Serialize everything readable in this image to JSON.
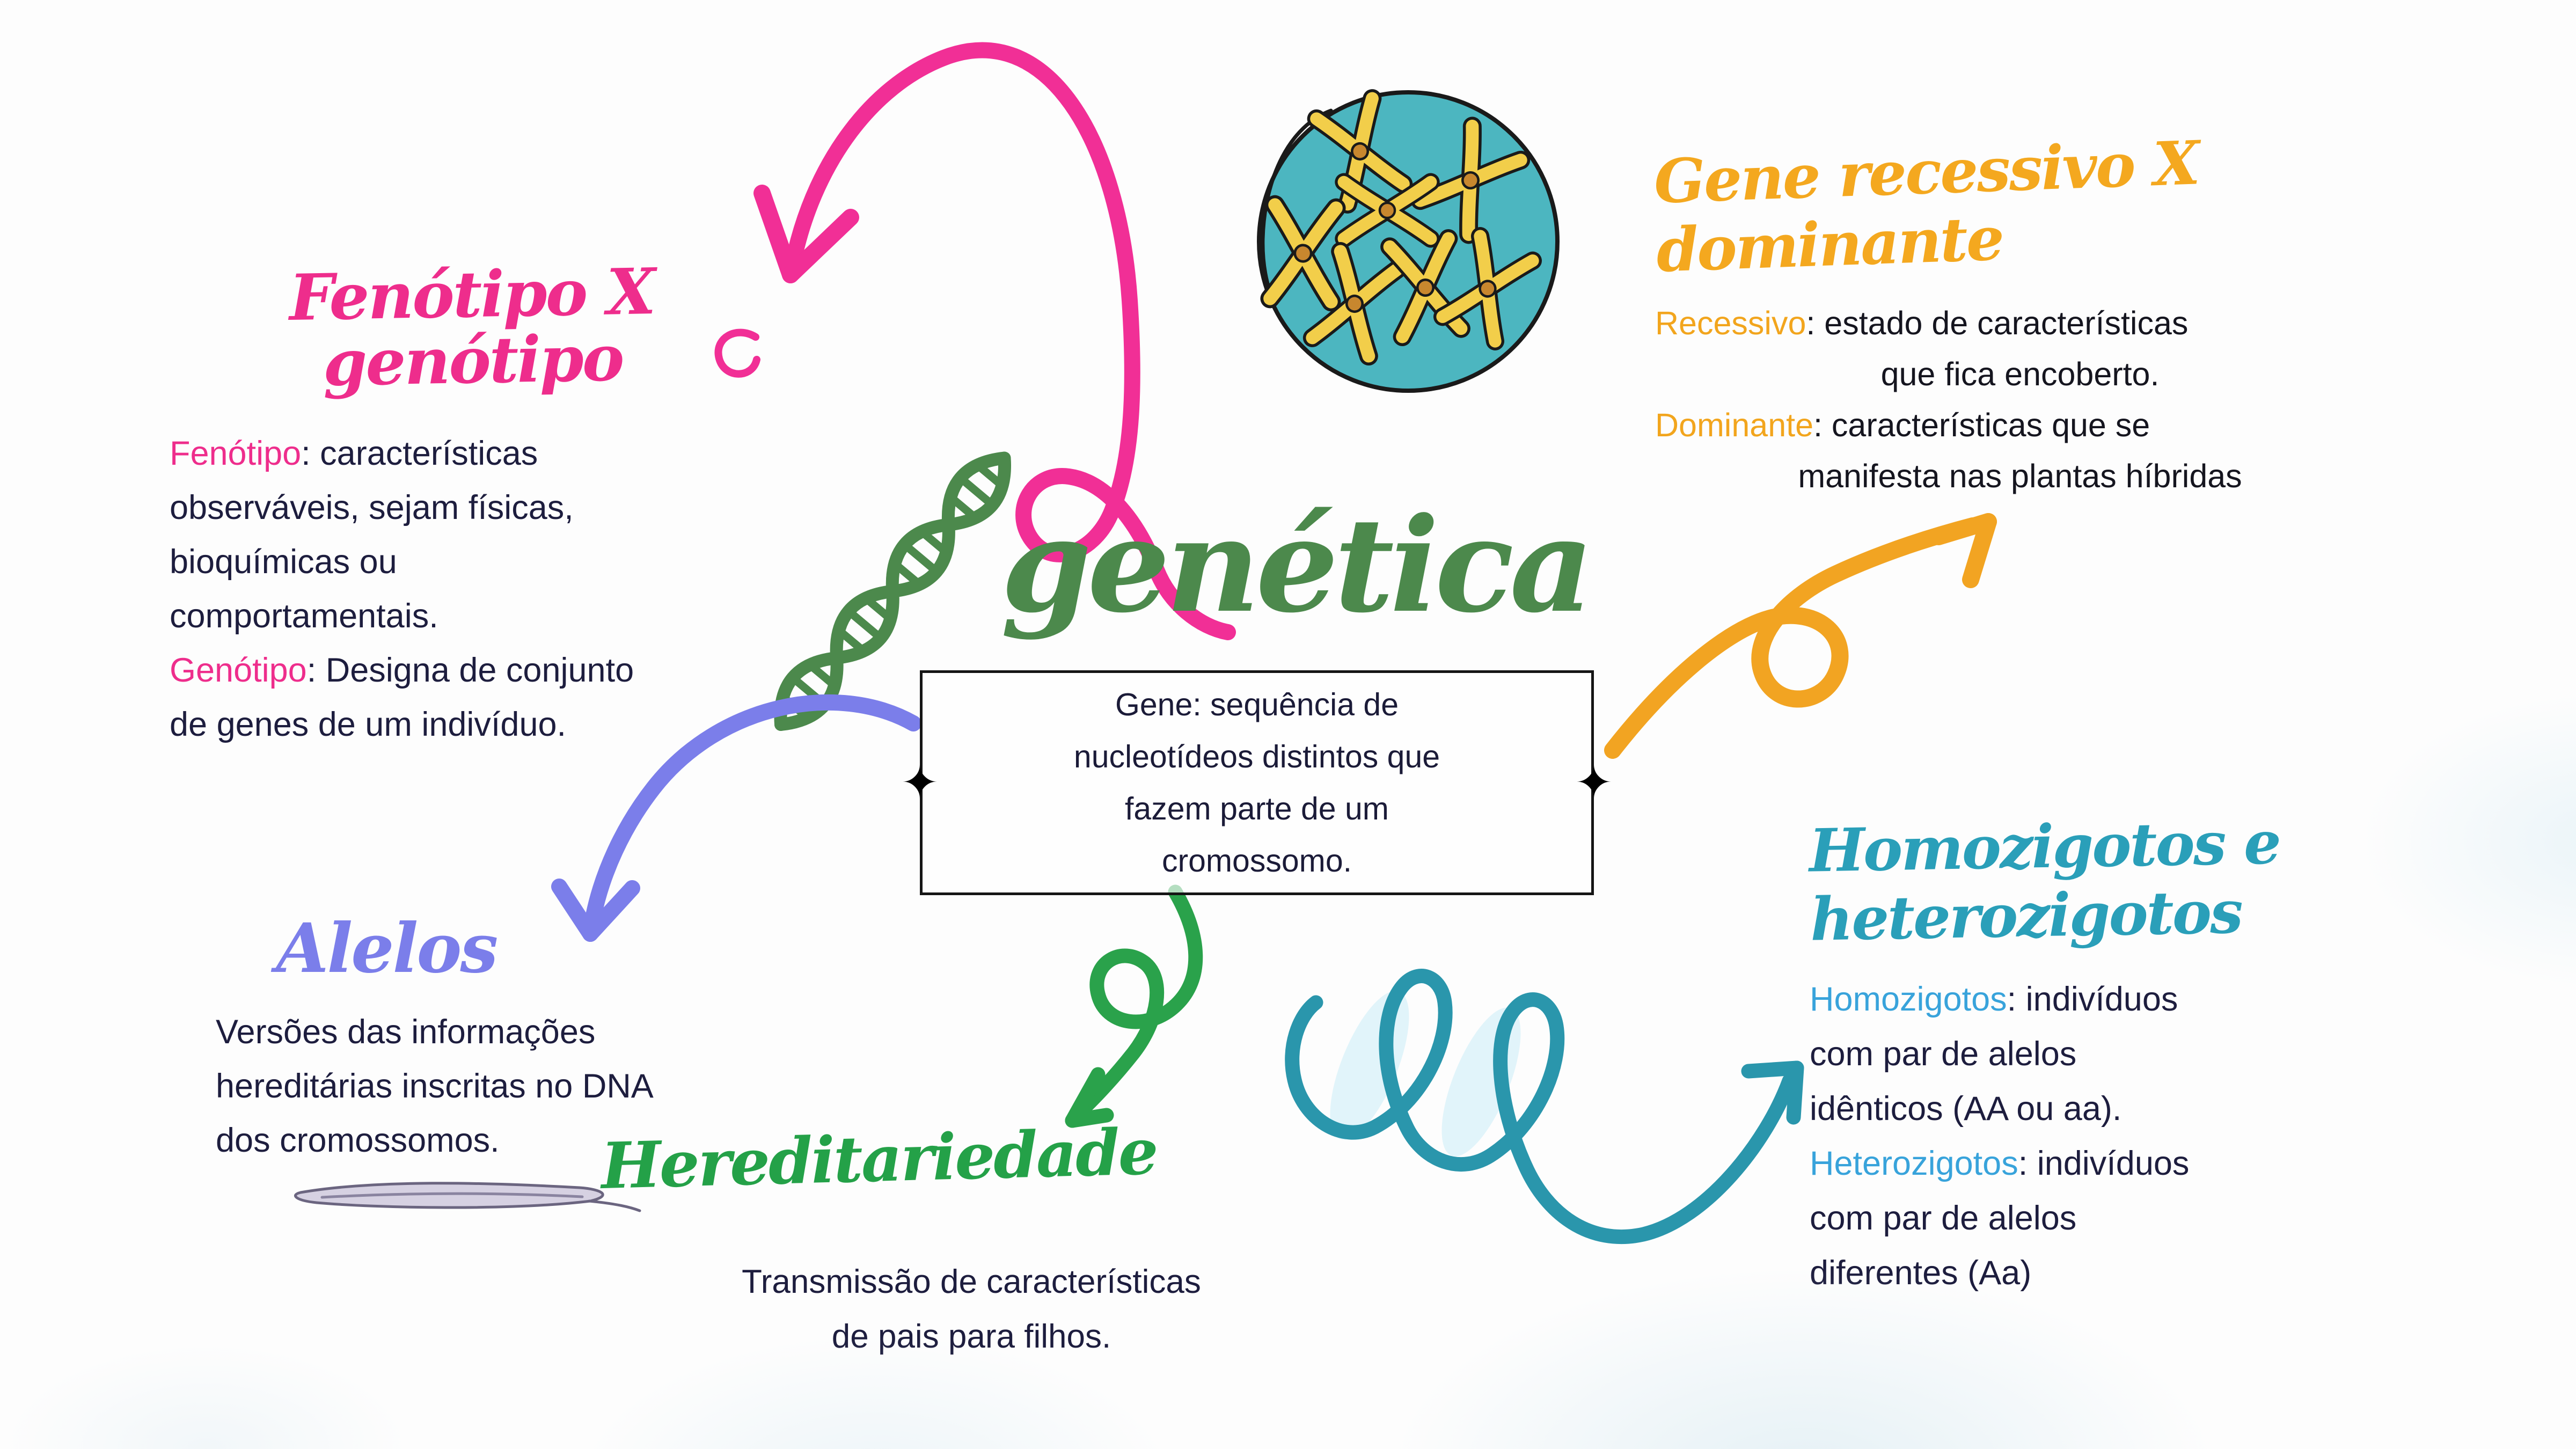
{
  "center": {
    "title": "genética",
    "box_lines": [
      "Gene: sequência de",
      "nucleotídeos distintos que",
      "fazem parte de um",
      "cromossomo."
    ]
  },
  "sections": {
    "fenotipo": {
      "heading": "Fenótipo X genótipo",
      "lines": [
        {
          "em": "Fenótipo",
          "text": ": características"
        },
        {
          "em": "",
          "text": "observáveis, sejam físicas,"
        },
        {
          "em": "",
          "text": "bioquímicas ou"
        },
        {
          "em": "",
          "text": "comportamentais."
        },
        {
          "em": "Genótipo",
          "text": ": Designa de conjunto"
        },
        {
          "em": "",
          "text": "de genes de um indivíduo."
        }
      ]
    },
    "recessivo": {
      "heading_line1": "Gene recessivo X",
      "heading_line2": "dominante",
      "lines": [
        {
          "em": "Recessivo",
          "text": ": estado de características"
        },
        {
          "em": "",
          "text": "que fica encoberto."
        },
        {
          "em": "Dominante",
          "text": ": características que se"
        },
        {
          "em": "",
          "text": "manifesta nas plantas híbridas"
        }
      ]
    },
    "alelos": {
      "heading": "Alelos",
      "lines": [
        {
          "em": "",
          "text": "Versões das informações"
        },
        {
          "em": "",
          "text": "hereditárias inscritas no DNA"
        },
        {
          "em": "",
          "text": "dos cromossomos."
        }
      ]
    },
    "hereditariedade": {
      "heading": "Hereditariedade",
      "lines": [
        {
          "em": "",
          "text": "Transmissão de características"
        },
        {
          "em": "",
          "text": "de pais para filhos."
        }
      ]
    },
    "homozigotos": {
      "heading_line1": "Homozigotos e",
      "heading_line2": "heterozigotos",
      "lines": [
        {
          "em": "Homozigotos",
          "text": ": indivíduos"
        },
        {
          "em": "",
          "text": "com par de alelos"
        },
        {
          "em": "",
          "text": "idênticos (AA ou aa)."
        },
        {
          "em": "Heterozigotos",
          "text": ": indivíduos"
        },
        {
          "em": "",
          "text": "com par de alelos"
        },
        {
          "em": "",
          "text": "diferentes (Aa)"
        }
      ]
    }
  },
  "icons": {
    "four_point_star": "✦"
  },
  "palette": {
    "pink": "#EE2D8C",
    "pink_arrow": "#F12F96",
    "navy_text": "#1D1D3E",
    "black_text": "#15151F",
    "yellow": "#F2A51D",
    "sage_green_title": "#4C894C",
    "kelly_green": "#24A148",
    "purple": "#7B7EEA",
    "teal": "#2A96AC",
    "teal_heading": "#2A9FB9",
    "light_blue": "#38A3DB",
    "cell_fill": "#4CB6C0",
    "chromosome_yellow": "#F2CE4A",
    "centromere_orange": "#C8872E",
    "background": "#FDFDFD"
  }
}
